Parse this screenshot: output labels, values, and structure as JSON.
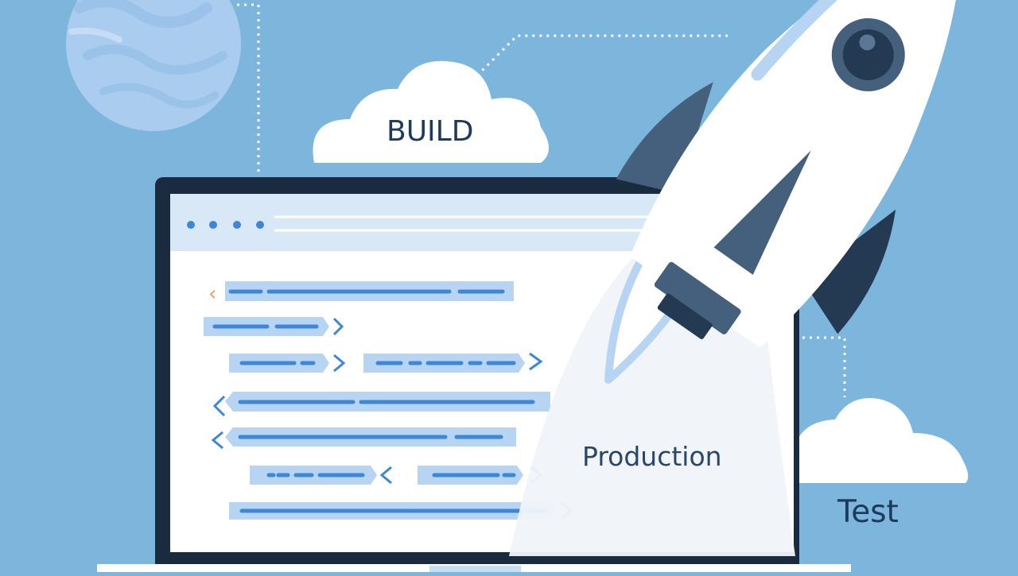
{
  "labels": {
    "build": "BUILD",
    "production": "Production",
    "test": "Test"
  },
  "colors": {
    "background": "#7db6dc",
    "screen_bezel": "#1a2b40",
    "screen_panel": "#ffffff",
    "toolbar": "#d8e8f7",
    "code_bar": "#b7d4f2",
    "code_line": "#3d87d6",
    "rocket_body": "#ffffff",
    "rocket_fin": "#44607c",
    "rocket_dark": "#243a52",
    "cloud": "#ffffff",
    "planet": "#aacdef",
    "text_dark": "#1d3a5c",
    "accent_orange": "#e9a056"
  },
  "icons": [
    "planet-icon",
    "cloud-icon",
    "rocket-icon",
    "code-window-icon"
  ]
}
